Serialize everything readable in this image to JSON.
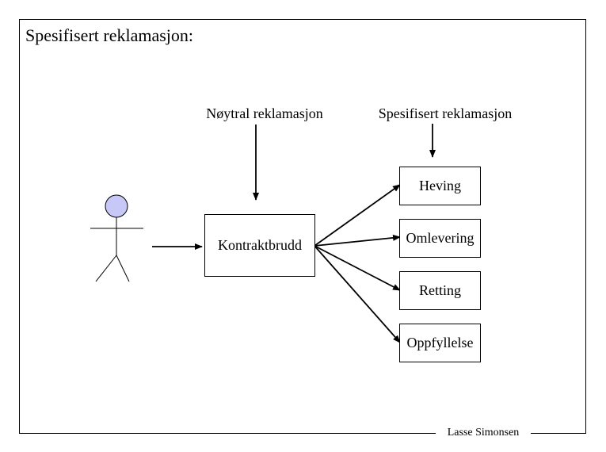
{
  "title": "Spesifisert reklamasjon:",
  "labels": {
    "neutral": "Nøytral reklamasjon",
    "specified": "Spesifisert reklamasjon"
  },
  "main_box": "Kontraktbrudd",
  "remedies": [
    "Heving",
    "Omlevering",
    "Retting",
    "Oppfyllelse"
  ],
  "author": "Lasse Simonsen",
  "colors": {
    "stroke": "#000000",
    "figure_head": "#c8c8f8",
    "background": "#ffffff"
  }
}
